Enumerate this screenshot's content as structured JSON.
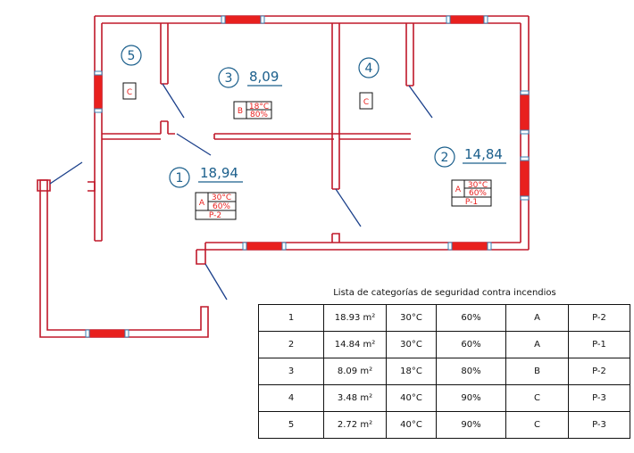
{
  "colors": {
    "wall": "#c0182a",
    "window_fill": "#e8201e",
    "window_frame": "#3a7fb0",
    "label": "#1b5f8c",
    "text": "#111111"
  },
  "rooms": [
    {
      "id": "1",
      "area": "18,94",
      "cat": "A",
      "temp": "30°C",
      "hum": "60%",
      "code": "P-2"
    },
    {
      "id": "2",
      "area": "14,84",
      "cat": "A",
      "temp": "30°C",
      "hum": "60%",
      "code": "P-1"
    },
    {
      "id": "3",
      "area": "8,09",
      "cat": "B",
      "temp": "18°C",
      "hum": "80%"
    },
    {
      "id": "4",
      "cat": "C"
    },
    {
      "id": "5",
      "cat": "C"
    }
  ],
  "table": {
    "caption": "Lista de categorías de seguridad contra incendios",
    "rows": [
      {
        "n": "1",
        "area": "18.93 m²",
        "temp": "30°C",
        "hum": "60%",
        "cat": "A",
        "code": "P-2"
      },
      {
        "n": "2",
        "area": "14.84 m²",
        "temp": "30°C",
        "hum": "60%",
        "cat": "A",
        "code": "P-1"
      },
      {
        "n": "3",
        "area": "8.09 m²",
        "temp": "18°C",
        "hum": "80%",
        "cat": "B",
        "code": "P-2"
      },
      {
        "n": "4",
        "area": "3.48 m²",
        "temp": "40°C",
        "hum": "90%",
        "cat": "C",
        "code": "P-3"
      },
      {
        "n": "5",
        "area": "2.72 m²",
        "temp": "40°C",
        "hum": "90%",
        "cat": "C",
        "code": "P-3"
      }
    ]
  }
}
